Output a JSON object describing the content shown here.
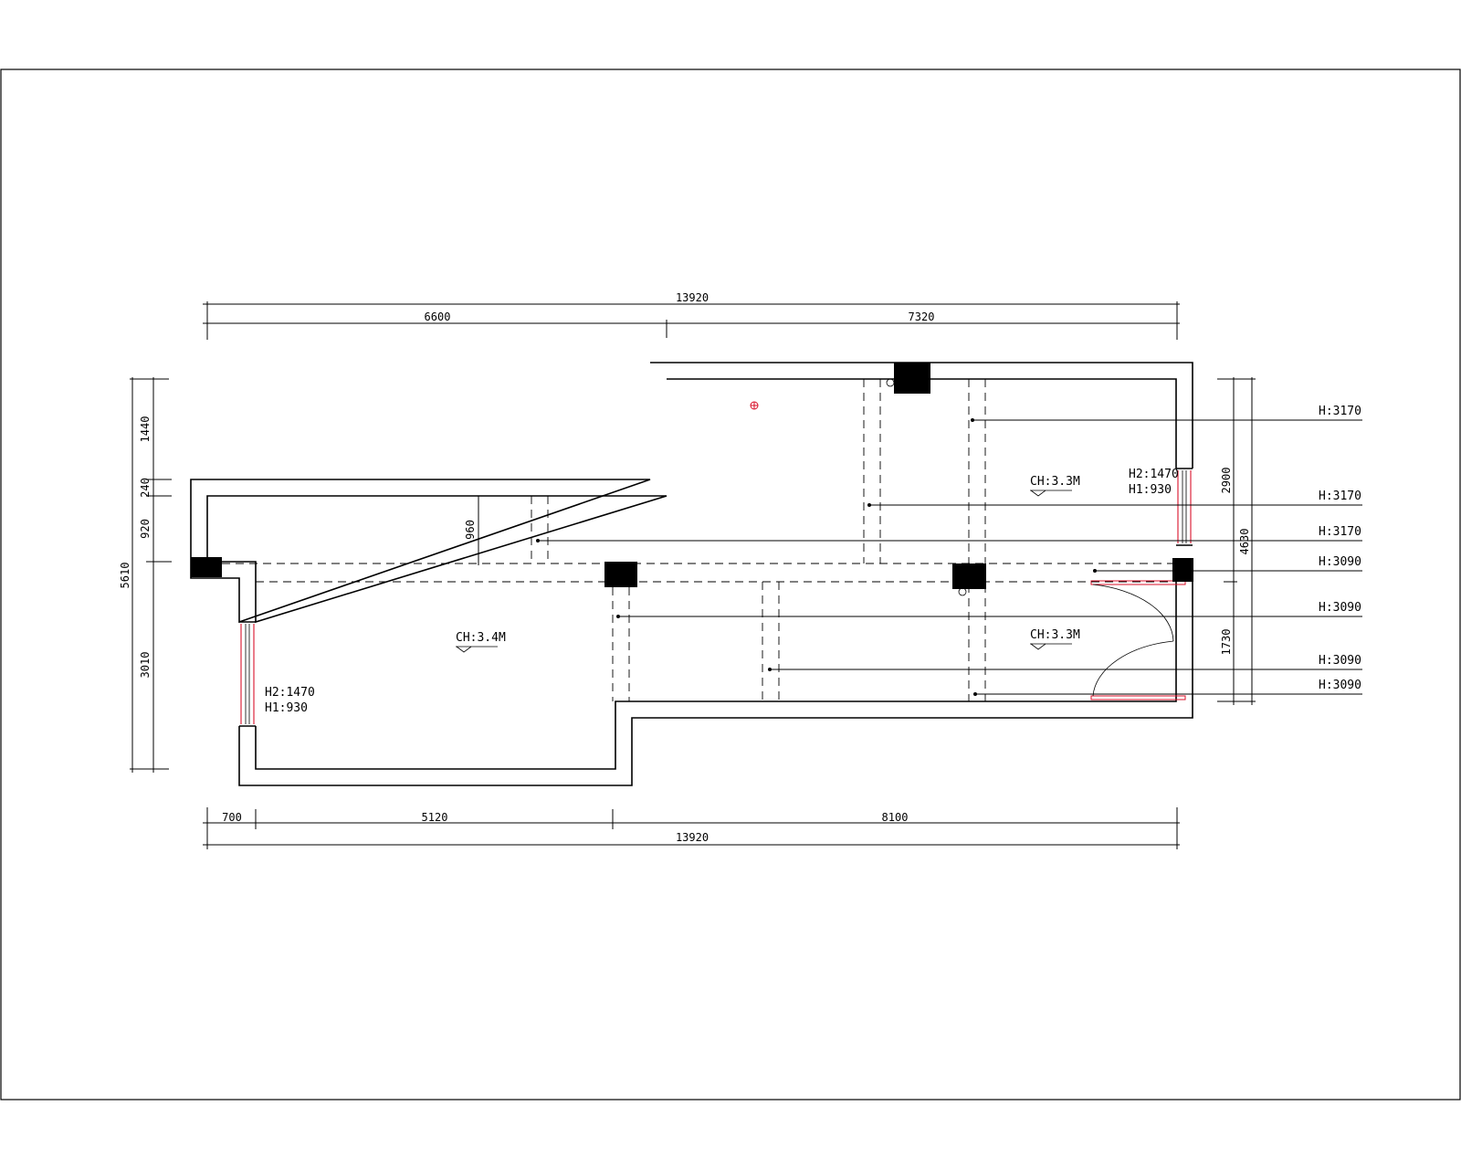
{
  "dimensions": {
    "top_total": "13920",
    "top_left": "6600",
    "top_right": "7320",
    "bottom_a": "700",
    "bottom_b": "5120",
    "bottom_c": "8100",
    "bottom_total": "13920",
    "left_1": "1440",
    "left_2": "240",
    "left_3": "920",
    "left_4": "3010",
    "left_total": "5610",
    "inner_960": "960",
    "right_1": "2900",
    "right_2": "1730",
    "right_total": "4630"
  },
  "ceiling_labels": {
    "left": "CH:3.4M",
    "top_right": "CH:3.3M",
    "bottom_right": "CH:3.3M"
  },
  "windows": {
    "left": {
      "h2": "H2:1470",
      "h1": "H1:930"
    },
    "right": {
      "h2": "H2:1470",
      "h1": "H1:930"
    }
  },
  "beam_heights": [
    "H:3170",
    "H:3170",
    "H:3170",
    "H:3090",
    "H:3090",
    "H:3090",
    "H:3090"
  ],
  "colors": {
    "wall": "#000000",
    "window_frame": "#d8102a",
    "background": "#ffffff"
  }
}
